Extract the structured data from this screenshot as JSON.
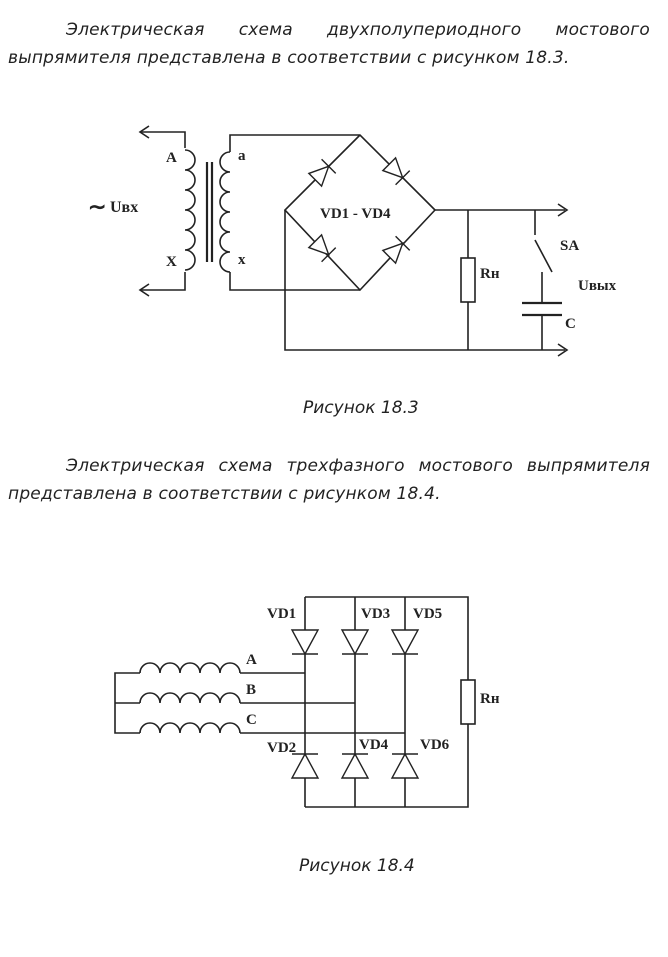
{
  "paragraph1": {
    "line1": "Электрическая   схема   двухполупериодного   мостового",
    "line2": "выпрямителя представлена в соответствии с рисунком 18.3."
  },
  "figure1": {
    "caption": "Рисунок 18.3",
    "labels": {
      "input": "Uвх",
      "tilde": "∼",
      "primary_top": "A",
      "primary_bottom": "X",
      "secondary_top": "a",
      "secondary_bottom": "x",
      "bridge": "VD1 - VD4",
      "resistor": "Rн",
      "switch": "SA",
      "output": "Uвых",
      "capacitor": "C"
    }
  },
  "paragraph2": {
    "line1": "Электрическая   схема   трехфазного   мостового   выпрямителя",
    "line2": "представлена в соответствии с рисунком 18.4."
  },
  "figure2": {
    "caption": "Рисунок 18.4",
    "labels": {
      "vd1": "VD1",
      "vd2": "VD2",
      "vd3": "VD3",
      "vd4": "VD4",
      "vd5": "VD5",
      "vd6": "VD6",
      "phase_a": "A",
      "phase_b": "B",
      "phase_c": "C",
      "resistor": "Rн"
    }
  }
}
